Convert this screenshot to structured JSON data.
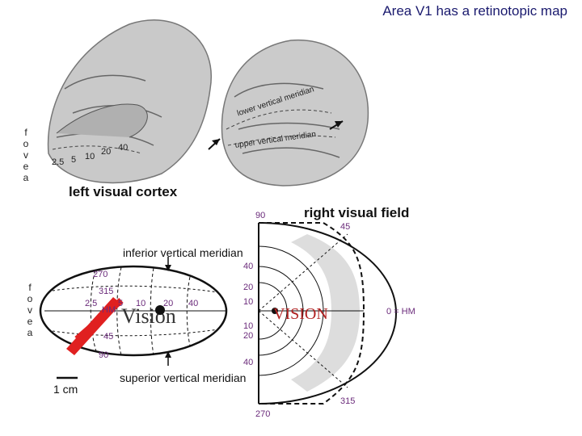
{
  "title": "Area V1 has a retinotopic map",
  "brain": {
    "fovea_label": [
      "f",
      "o",
      "v",
      "e",
      "a"
    ],
    "eccentricity_labels": [
      "2.5",
      "5",
      "10",
      "20",
      "40"
    ],
    "left_cortex_label": "left visual cortex",
    "meridian_labels": [
      "lower vertical meridian",
      "upper vertical meridian"
    ]
  },
  "cortex_map": {
    "fovea_label": [
      "f",
      "o",
      "v",
      "e",
      "a"
    ],
    "inferior_meridian": "inferior vertical meridian",
    "superior_meridian": "superior vertical meridian",
    "scale_bar": "1 cm",
    "angles": [
      "270",
      "315",
      "HM",
      "45",
      "90"
    ],
    "eccentricities": [
      "2.5",
      "5",
      "10",
      "20",
      "40"
    ],
    "word": "Vision"
  },
  "visual_field": {
    "label": "right visual field",
    "angles": [
      "90",
      "45",
      "0 = HM",
      "315",
      "270"
    ],
    "upper_eccentricities": [
      "40",
      "20",
      "10"
    ],
    "lower_eccentricities": [
      "10",
      "20",
      "40"
    ],
    "word": "VISION"
  },
  "colors": {
    "title": "#1a1a6e",
    "numbers": "#6a2a7a",
    "arrow": "#e02020"
  }
}
